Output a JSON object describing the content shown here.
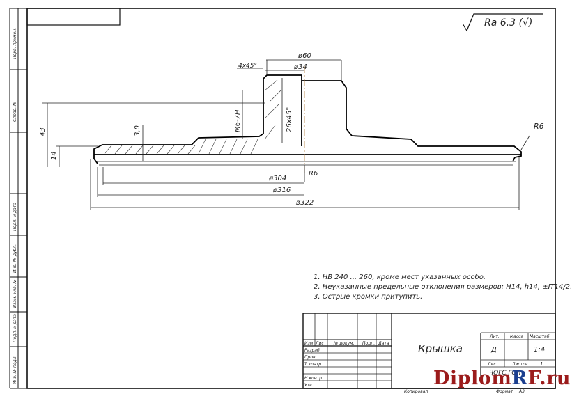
{
  "roughness": {
    "label": "Ra 6.3 (√)"
  },
  "dimensions": {
    "d60": "ø60",
    "d34": "ø34",
    "chamfer_4x45": "4х45°",
    "chamfer_26x45": "26х45°",
    "thread": "М6-7Н",
    "h43": "43",
    "h14": "14",
    "h30": "3,0",
    "r6_right": "R6",
    "r6_mid": "R6",
    "d304": "ø304",
    "d316": "ø316",
    "d322": "ø322"
  },
  "notes": [
    "1. НВ 240 ... 260, кроме мест указанных особо.",
    "2. Неуказанные предельные отклонения размеров: Н14, h14, ±IT14/2.",
    "3. Острые кромки притупить."
  ],
  "title_block": {
    "part_name": "Крышка",
    "lit_header": "Лит.",
    "mass_header": "Масса",
    "scale_header": "Масштаб",
    "lit_value": "Д",
    "scale_value": "1:4",
    "sheet_label": "Лист",
    "sheets_label": "Листов",
    "sheets_value": "1",
    "col_izm": "Изм",
    "col_list": "Лист",
    "col_doc": "№ докум.",
    "col_podp": "Подп.",
    "col_data": "Дата",
    "row_razrab": "Разраб.",
    "row_prov": "Пров.",
    "row_tkontr": "Т.контр.",
    "row_nkontr": "Н.контр.",
    "row_utv": "Утв.",
    "kopiroval": "Копировал",
    "format_label": "Формат",
    "format_value": "А3",
    "org_code": "ЧОГС.ГСИ"
  },
  "left_strip": [
    "Перв. примен.",
    "Справ. №",
    "Подп. и дата",
    "Инв. № дубл.",
    "Взам. инв. №",
    "Подп. и дата",
    "Инв. № подл."
  ],
  "watermark": {
    "diplom": "Diplom",
    "r": "R",
    "f": "F",
    "ru": ".ru"
  }
}
